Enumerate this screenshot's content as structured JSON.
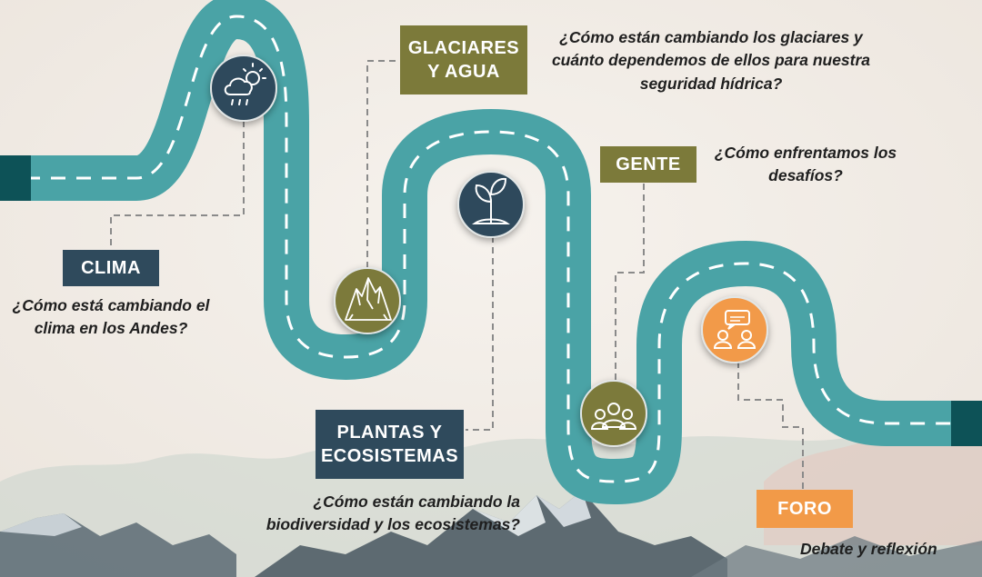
{
  "stations": [
    {
      "title": "CLIMA",
      "question": "¿Cómo está cambiando el clima en los Andes?",
      "icon": "cloud-rain-sun-icon",
      "color": "#2f4a5c"
    },
    {
      "title": "GLACIARES Y AGUA",
      "question": "¿Cómo están cambiando los glaciares y cuánto dependemos de ellos para nuestra seguridad hídrica?",
      "icon": "mountain-glacier-icon",
      "color": "#7c7a3a"
    },
    {
      "title": "PLANTAS Y ECOSISTEMAS",
      "question": "¿Cómo están cambiando la biodiversidad y los ecosistemas?",
      "icon": "sprout-icon",
      "color": "#2f4a5c"
    },
    {
      "title": "GENTE",
      "question": "¿Cómo enfrentamos los desafíos?",
      "icon": "people-group-icon",
      "color": "#7c7a3a"
    },
    {
      "title": "FORO",
      "question": "Debate y reflexión",
      "icon": "discussion-icon",
      "color": "#f29a48"
    }
  ],
  "colors": {
    "road": "#4aa3a6",
    "road_end": "#0d5257",
    "navy": "#2f4a5c",
    "olive": "#7c7a3a",
    "orange": "#f29a48",
    "background": "#f1ece6"
  }
}
